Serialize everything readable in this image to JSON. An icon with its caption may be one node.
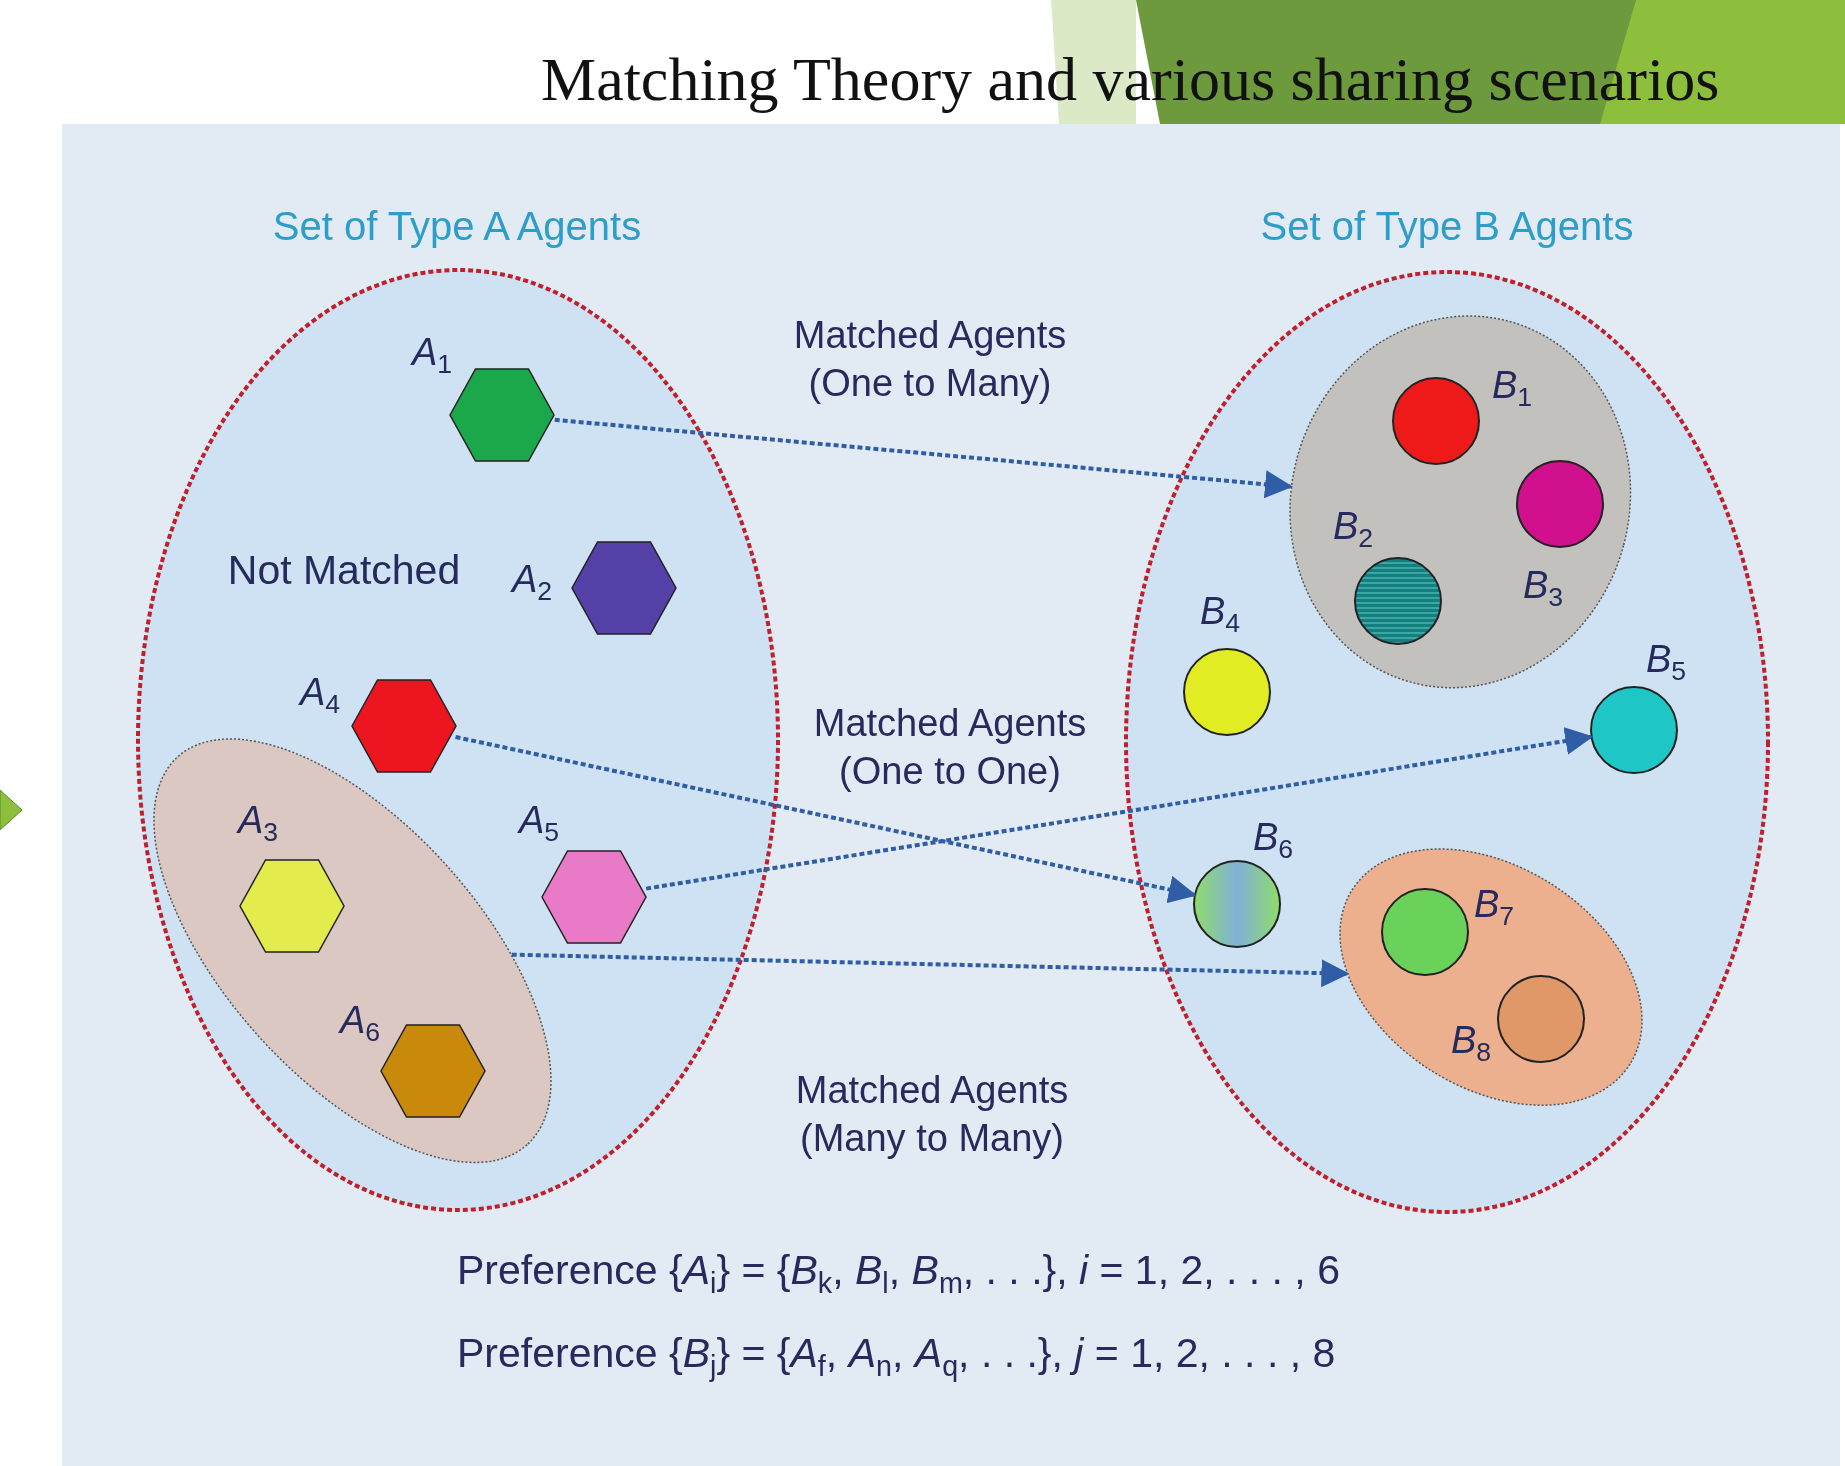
{
  "diagram": {
    "title": "Matching Theory and various sharing scenarios",
    "nodes": [
      {
        "text": [
          "Set of Type A Agents"
        ]
      },
      {
        "text": [
          "Set of Type B Agents"
        ]
      },
      {
        "text": [
          "*A*$_{1}$"
        ],
        "in": 0
      },
      {
        "text": [
          "*A*$_{2}$"
        ],
        "in": 0
      },
      {
        "text": [
          "*A*$_{4}$"
        ],
        "in": 0
      },
      {
        "text": [],
        "shape": "ellipse",
        "in": 0
      },
      {
        "text": [
          "*A*$_{3}$"
        ],
        "in": 5
      },
      {
        "text": [
          "*A*$_{5}$"
        ],
        "in": 0
      },
      {
        "text": [
          "*A*$_{6}$"
        ],
        "in": 5
      },
      {
        "text": [],
        "shape": "ellipse",
        "in": 1
      },
      {
        "text": [
          "*B*$_{1}$"
        ],
        "in": 9
      },
      {
        "text": [
          "*B*$_{2}$"
        ],
        "in": 9
      },
      {
        "text": [
          "*B*$_{3}$"
        ],
        "in": 9
      },
      {
        "text": [
          "*B*$_{4}$"
        ],
        "in": 1
      },
      {
        "text": [
          "*B*$_{5}$"
        ],
        "in": 1
      },
      {
        "text": [
          "*B*$_{6}$"
        ],
        "in": 1
      },
      {
        "text": [],
        "shape": "ellipse",
        "in": 1
      },
      {
        "text": [
          "*B*$_{7}$"
        ],
        "in": 16
      },
      {
        "text": [
          "*B*$_{8}$"
        ],
        "in": 16
      }
    ],
    "edges": [
      {
        "from": 2,
        "to": 9,
        "arrow": "to",
        "label": "Matched Agents (One to Many)"
      },
      {
        "from": 4,
        "to": 15,
        "arrow": "to"
      },
      {
        "from": 7,
        "to": 14,
        "arrow": "to",
        "label": "Matched Agents (One to One)"
      },
      {
        "from": 5,
        "to": 16,
        "arrow": "to",
        "label": "Matched Agents (Many to Many)"
      }
    ],
    "labels": [
      "Not Matched",
      "Preference {*A*$_{i}$} = {*B*$_{k}$, *B*$_{l}$, *B*$_{m}$, . . .}, *i* = 1, 2, . . . , 6",
      "Preference {*B*$_{j}$} = {*A*$_{f}$, *A*$_{n}$, *A*$_{q}$, . . .}, *j* = 1, 2, . . . , 8"
    ]
  }
}
